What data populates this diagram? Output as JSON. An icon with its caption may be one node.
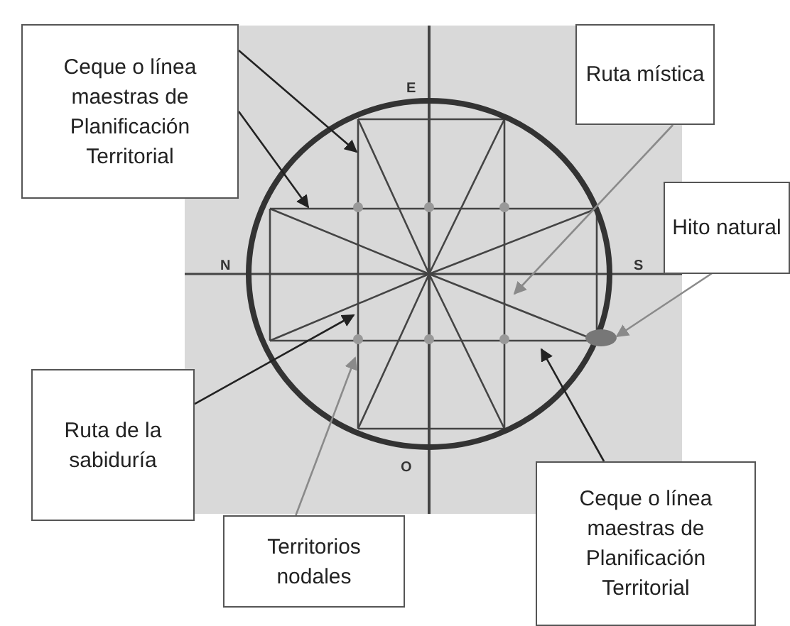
{
  "diagram": {
    "nodes": [
      {
        "text": [
          "Ceque o línea maestras de Planificación Territorial"
        ]
      },
      {
        "text": [
          "Ruta mística"
        ]
      },
      {
        "text": [
          "Hito natural"
        ]
      },
      {
        "text": [
          "Ruta de la sabiduría"
        ]
      },
      {
        "text": [
          "Territorios nodales"
        ]
      },
      {
        "text": [
          "Ceque o línea maestras de Planificación Territorial"
        ]
      },
      {
        "text": [],
        "shape": "ellipse"
      }
    ],
    "edges": [
      {
        "from": 0,
        "to": null,
        "arrow": "to"
      },
      {
        "from": 0,
        "to": null,
        "arrow": "to"
      },
      {
        "from": 1,
        "to": null,
        "arrow": "to",
        "color": "#8a8a8a"
      },
      {
        "from": 2,
        "to": 6,
        "arrow": "to",
        "color": "#8a8a8a"
      },
      {
        "from": 3,
        "to": null,
        "arrow": "to"
      },
      {
        "from": 4,
        "to": null,
        "arrow": "to",
        "color": "#8a8a8a"
      },
      {
        "from": 5,
        "to": null,
        "arrow": "to"
      }
    ],
    "labels": [
      "E",
      "N",
      "S",
      "O"
    ]
  }
}
